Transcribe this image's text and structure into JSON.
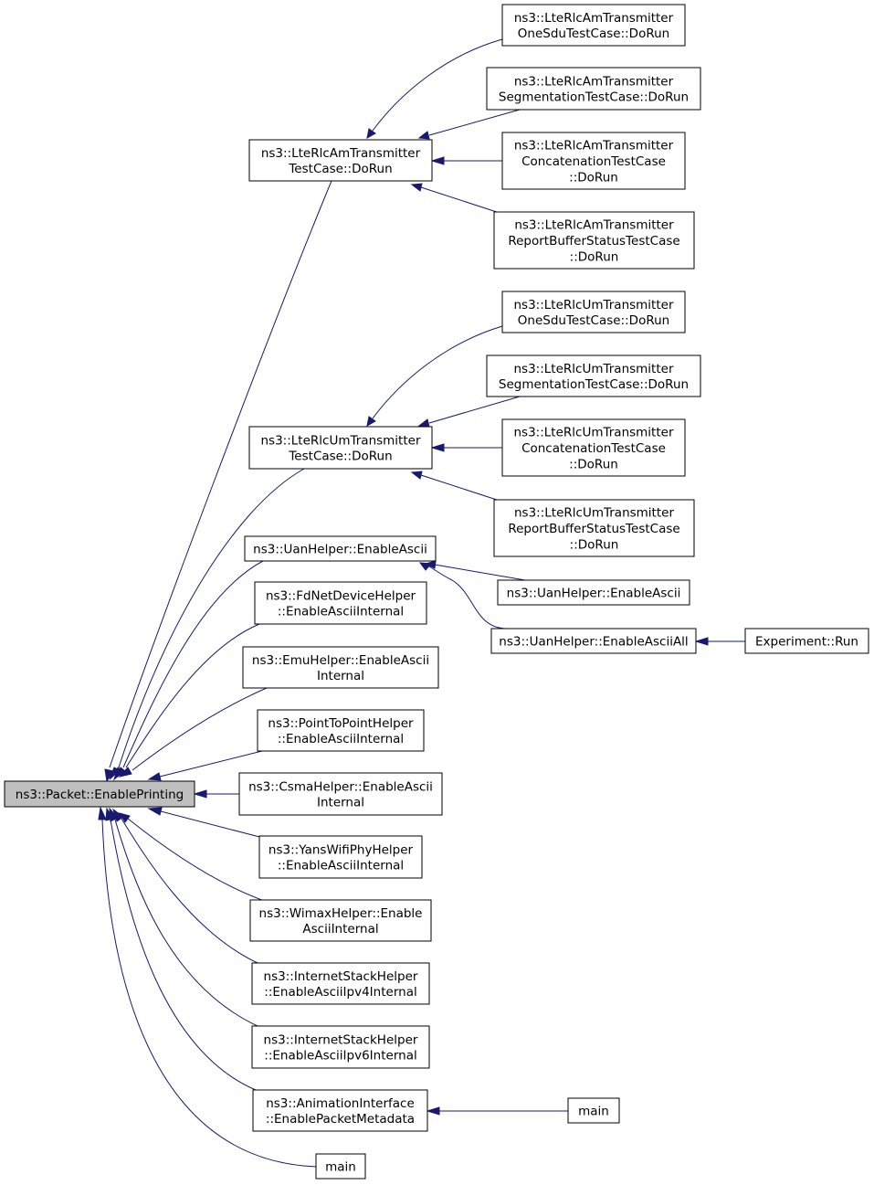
{
  "nodes": {
    "root": {
      "lines": [
        "ns3::Packet::EnablePrinting"
      ],
      "root": true
    },
    "am": {
      "lines": [
        "ns3::LteRlcAmTransmitter",
        "TestCase::DoRun"
      ]
    },
    "am_one": {
      "lines": [
        "ns3::LteRlcAmTransmitter",
        "OneSduTestCase::DoRun"
      ]
    },
    "am_seg": {
      "lines": [
        "ns3::LteRlcAmTransmitter",
        "SegmentationTestCase::DoRun"
      ]
    },
    "am_con": {
      "lines": [
        "ns3::LteRlcAmTransmitter",
        "ConcatenationTestCase",
        "::DoRun"
      ]
    },
    "am_rep": {
      "lines": [
        "ns3::LteRlcAmTransmitter",
        "ReportBufferStatusTestCase",
        "::DoRun"
      ]
    },
    "um": {
      "lines": [
        "ns3::LteRlcUmTransmitter",
        "TestCase::DoRun"
      ]
    },
    "um_one": {
      "lines": [
        "ns3::LteRlcUmTransmitter",
        "OneSduTestCase::DoRun"
      ]
    },
    "um_seg": {
      "lines": [
        "ns3::LteRlcUmTransmitter",
        "SegmentationTestCase::DoRun"
      ]
    },
    "um_con": {
      "lines": [
        "ns3::LteRlcUmTransmitter",
        "ConcatenationTestCase",
        "::DoRun"
      ]
    },
    "um_rep": {
      "lines": [
        "ns3::LteRlcUmTransmitter",
        "ReportBufferStatusTestCase",
        "::DoRun"
      ]
    },
    "uan": {
      "lines": [
        "ns3::UanHelper::EnableAscii"
      ]
    },
    "uan2": {
      "lines": [
        "ns3::UanHelper::EnableAscii"
      ]
    },
    "uanall": {
      "lines": [
        "ns3::UanHelper::EnableAsciiAll"
      ]
    },
    "exp": {
      "lines": [
        "Experiment::Run"
      ]
    },
    "fd": {
      "lines": [
        "ns3::FdNetDeviceHelper",
        "::EnableAsciiInternal"
      ]
    },
    "emu": {
      "lines": [
        "ns3::EmuHelper::EnableAscii",
        "Internal"
      ]
    },
    "p2p": {
      "lines": [
        "ns3::PointToPointHelper",
        "::EnableAsciiInternal"
      ]
    },
    "csma": {
      "lines": [
        "ns3::CsmaHelper::EnableAscii",
        "Internal"
      ]
    },
    "yans": {
      "lines": [
        "ns3::YansWifiPhyHelper",
        "::EnableAsciiInternal"
      ]
    },
    "wimax": {
      "lines": [
        "ns3::WimaxHelper::Enable",
        "AsciiInternal"
      ]
    },
    "inet4": {
      "lines": [
        "ns3::InternetStackHelper",
        "::EnableAsciiIpv4Internal"
      ]
    },
    "inet6": {
      "lines": [
        "ns3::InternetStackHelper",
        "::EnableAsciiIpv6Internal"
      ]
    },
    "anim": {
      "lines": [
        "ns3::AnimationInterface",
        "::EnablePacketMetadata"
      ]
    },
    "main_anim": {
      "lines": [
        "main"
      ]
    },
    "main_root": {
      "lines": [
        "main"
      ]
    }
  },
  "edges": [
    [
      "am",
      "root"
    ],
    [
      "am_one",
      "am"
    ],
    [
      "am_seg",
      "am"
    ],
    [
      "am_con",
      "am"
    ],
    [
      "am_rep",
      "am"
    ],
    [
      "um",
      "root"
    ],
    [
      "um_one",
      "um"
    ],
    [
      "um_seg",
      "um"
    ],
    [
      "um_con",
      "um"
    ],
    [
      "um_rep",
      "um"
    ],
    [
      "uan",
      "root"
    ],
    [
      "uan2",
      "uan"
    ],
    [
      "uanall",
      "uan"
    ],
    [
      "exp",
      "uanall"
    ],
    [
      "fd",
      "root"
    ],
    [
      "emu",
      "root"
    ],
    [
      "p2p",
      "root"
    ],
    [
      "csma",
      "root"
    ],
    [
      "yans",
      "root"
    ],
    [
      "wimax",
      "root"
    ],
    [
      "inet4",
      "root"
    ],
    [
      "inet6",
      "root"
    ],
    [
      "anim",
      "root"
    ],
    [
      "main_anim",
      "anim"
    ],
    [
      "main_root",
      "root"
    ]
  ],
  "colors": {
    "edge": "#191970",
    "root_fill": "#bfbfbf",
    "node_fill": "#ffffff",
    "border": "#000000"
  }
}
